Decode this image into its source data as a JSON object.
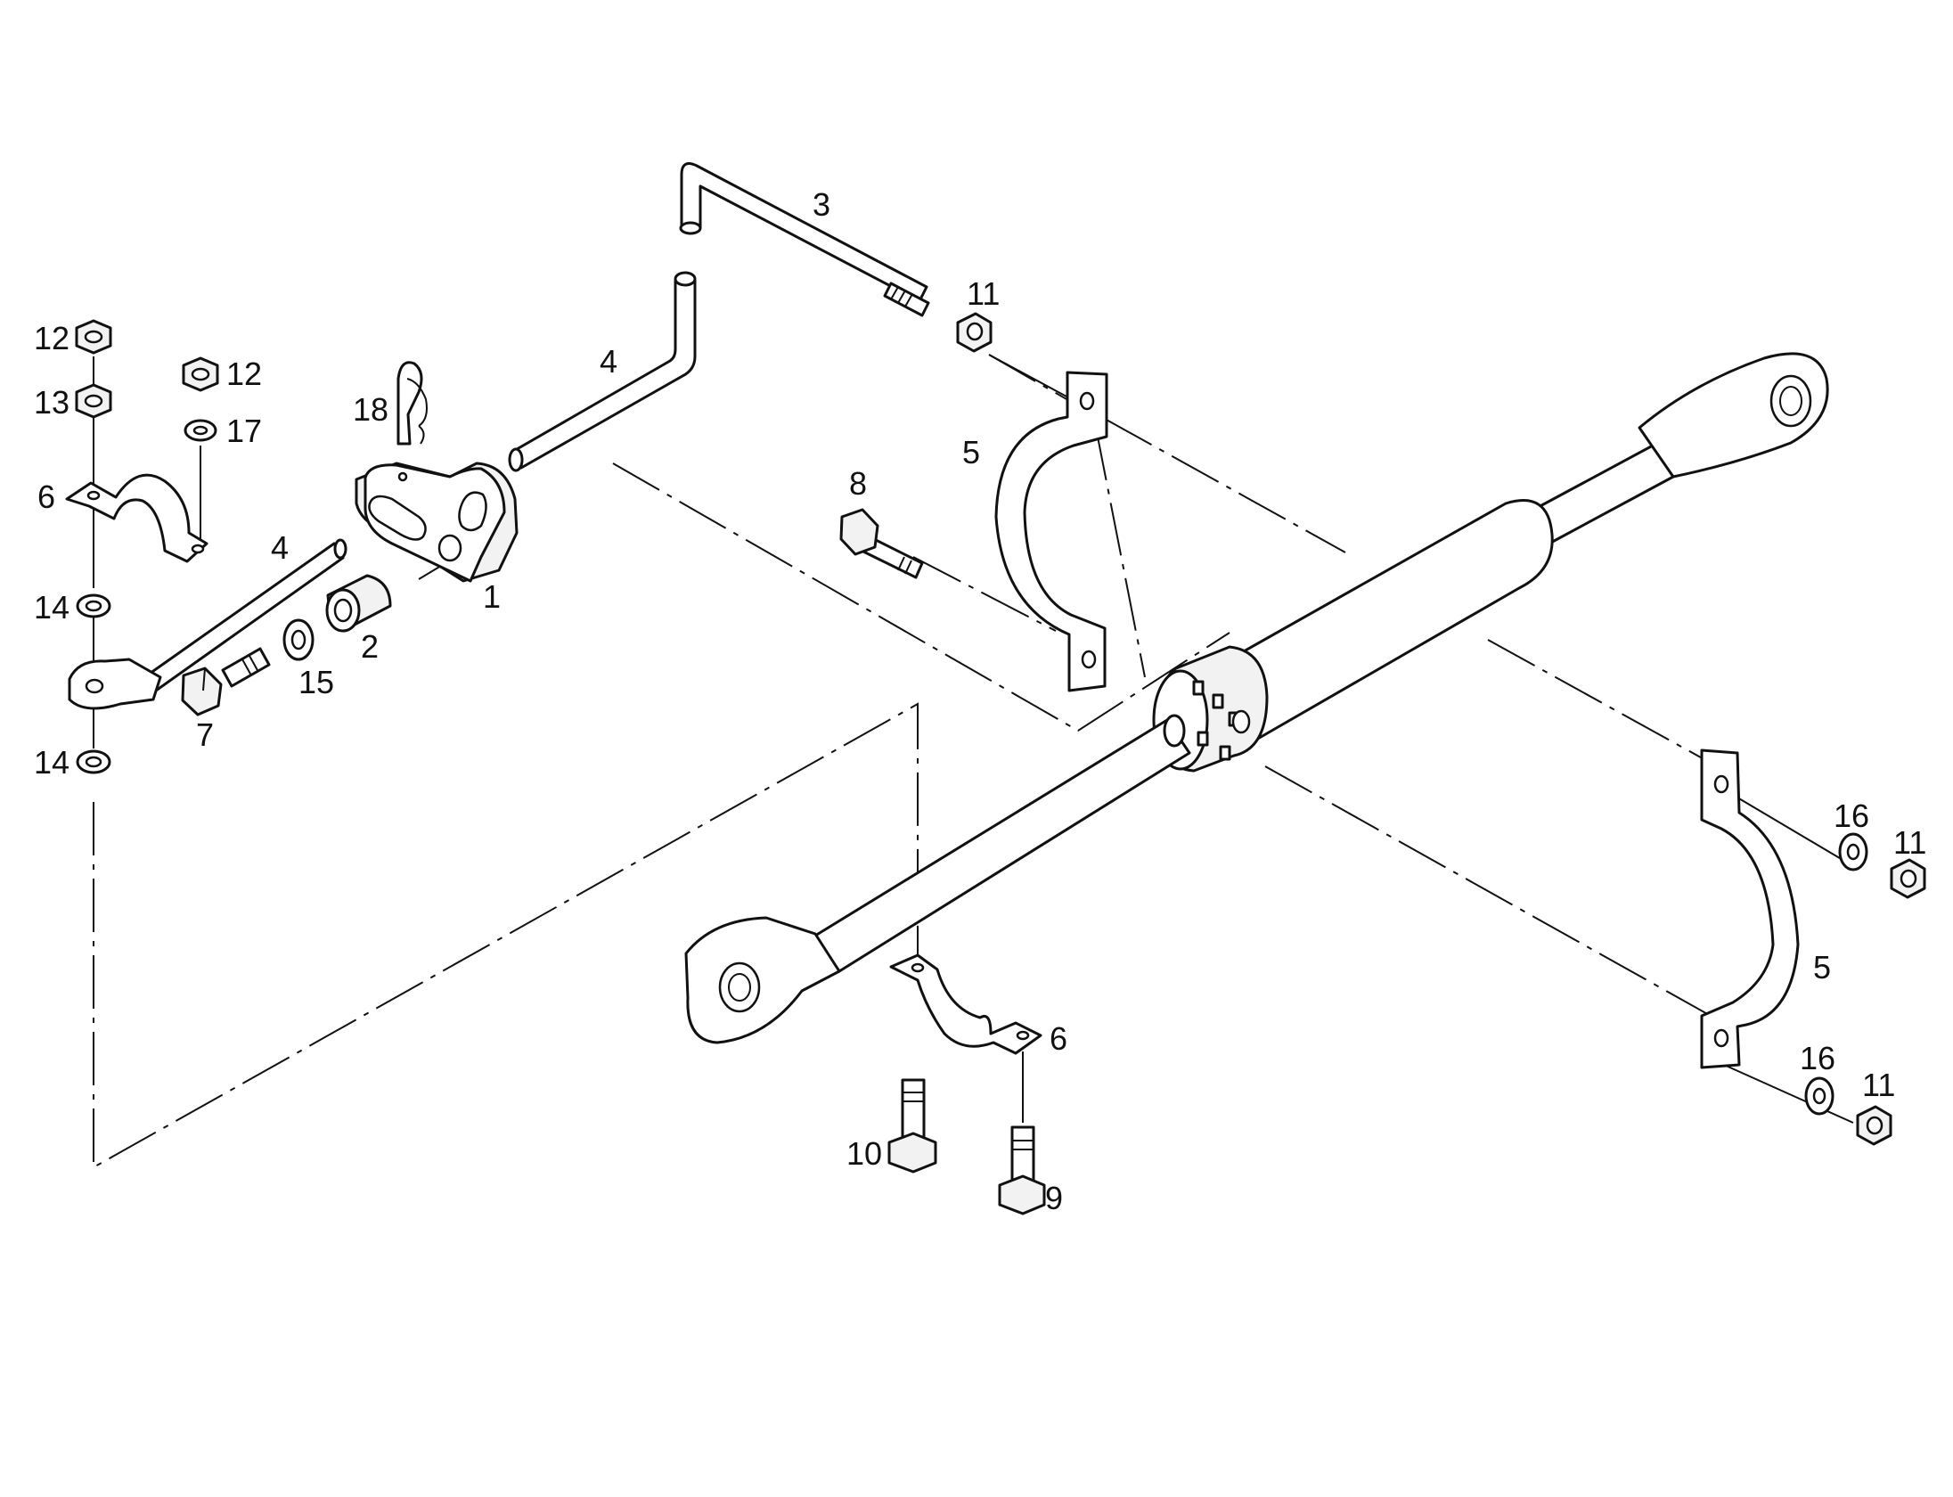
{
  "callouts": {
    "c1": "1",
    "c2": "2",
    "c3": "3",
    "c4a": "4",
    "c4b": "4",
    "c5a": "5",
    "c5b": "5",
    "c6a": "6",
    "c6b": "6",
    "c7": "7",
    "c8": "8",
    "c9": "9",
    "c10": "10",
    "c11a": "11",
    "c11b": "11",
    "c11c": "11",
    "c12a": "12",
    "c12b": "12",
    "c13": "13",
    "c14a": "14",
    "c14b": "14",
    "c15": "15",
    "c16a": "16",
    "c16b": "16",
    "c17": "17",
    "c18": "18"
  }
}
